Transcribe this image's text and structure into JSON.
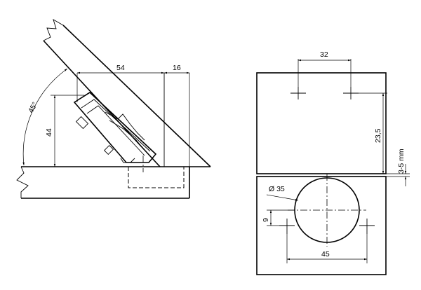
{
  "left_view": {
    "dim_width": "54",
    "dim_offset": "16",
    "dim_height": "44",
    "dim_angle": "45°"
  },
  "right_view": {
    "dim_hole_spacing_top": "32",
    "dim_vertical": "23,5",
    "dim_gap": "3-5 mm",
    "dim_diameter": "Ø 35",
    "dim_offset_small": "9",
    "dim_hole_spacing_bottom": "45"
  }
}
